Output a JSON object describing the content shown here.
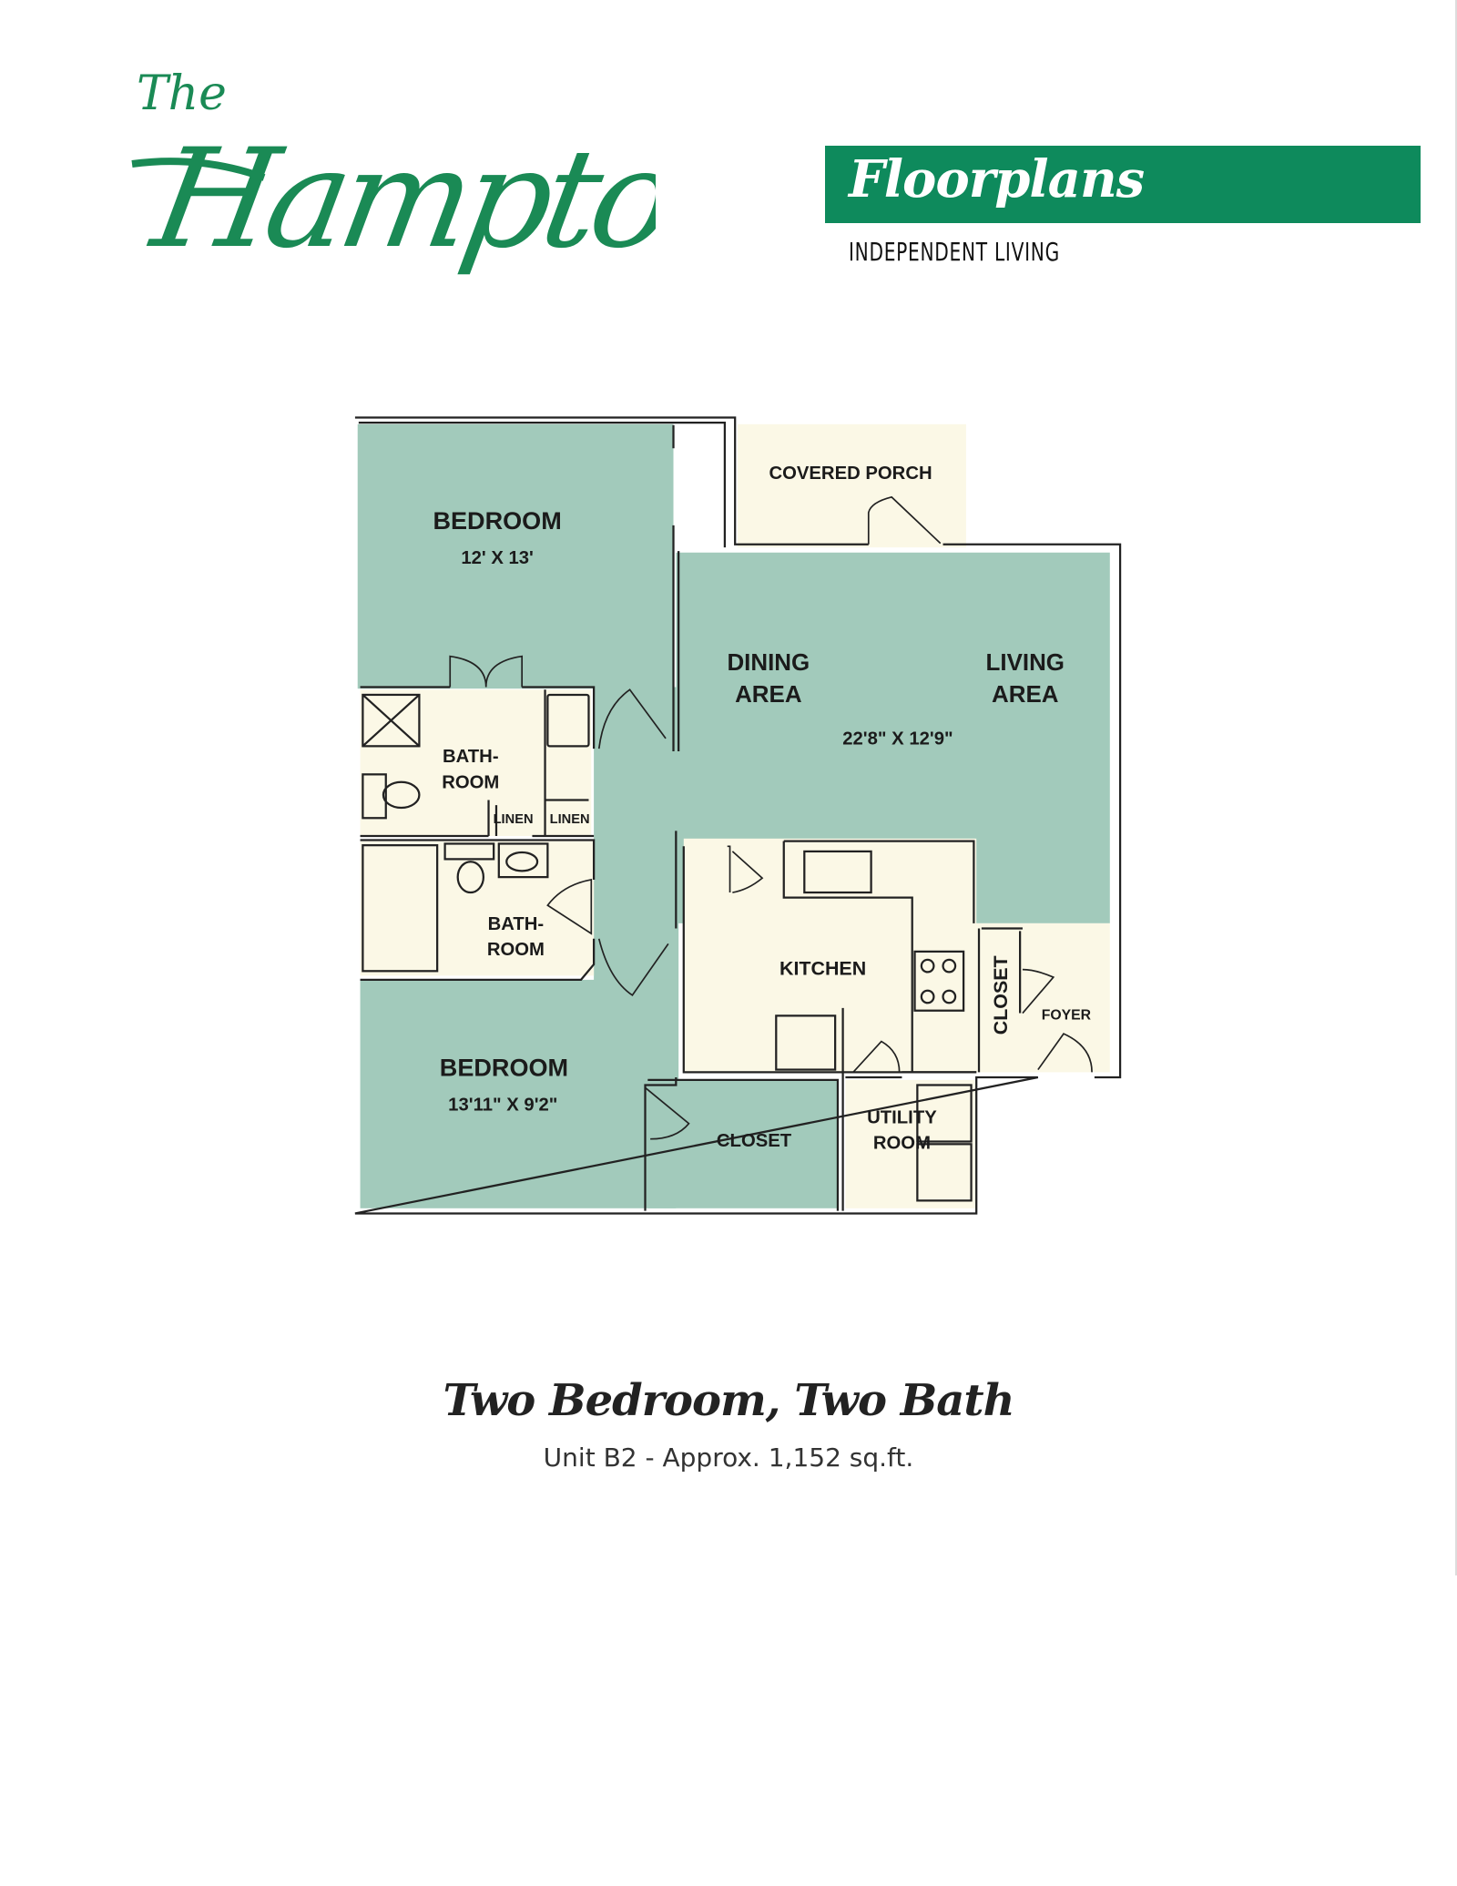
{
  "brand": {
    "logo_small": "The",
    "logo_main": "Hamptons",
    "green": "#0e8a5c"
  },
  "header": {
    "banner_title": "Floorplans",
    "subheading": "INDEPENDENT LIVING"
  },
  "plan": {
    "colors": {
      "room_teal": "#a2cabb",
      "room_cream": "#fbf8e6",
      "wall": "#222222"
    },
    "rooms": {
      "bedroom1": {
        "label": "BEDROOM",
        "size": "12' X 13'"
      },
      "porch": {
        "label": "COVERED PORCH"
      },
      "dining": {
        "line1": "DINING",
        "line2": "AREA"
      },
      "living": {
        "line1": "LIVING",
        "line2": "AREA",
        "size": "22'8\" X 12'9\""
      },
      "bath1": {
        "line1": "BATH-",
        "line2": "ROOM"
      },
      "linen1": "LINEN",
      "linen2": "LINEN",
      "bath2": {
        "line1": "BATH-",
        "line2": "ROOM"
      },
      "kitchen": "KITCHEN",
      "closet_foyer": "CLOSET",
      "foyer": "FOYER",
      "bedroom2": {
        "label": "BEDROOM",
        "size": "13'11\" X 9'2\""
      },
      "closet_bed2": "CLOSET",
      "utility": {
        "line1": "UTILITY",
        "line2": "ROOM"
      }
    }
  },
  "footer": {
    "title": "Two Bedroom, Two Bath",
    "subtitle": "Unit B2 - Approx. 1,152 sq.ft."
  }
}
